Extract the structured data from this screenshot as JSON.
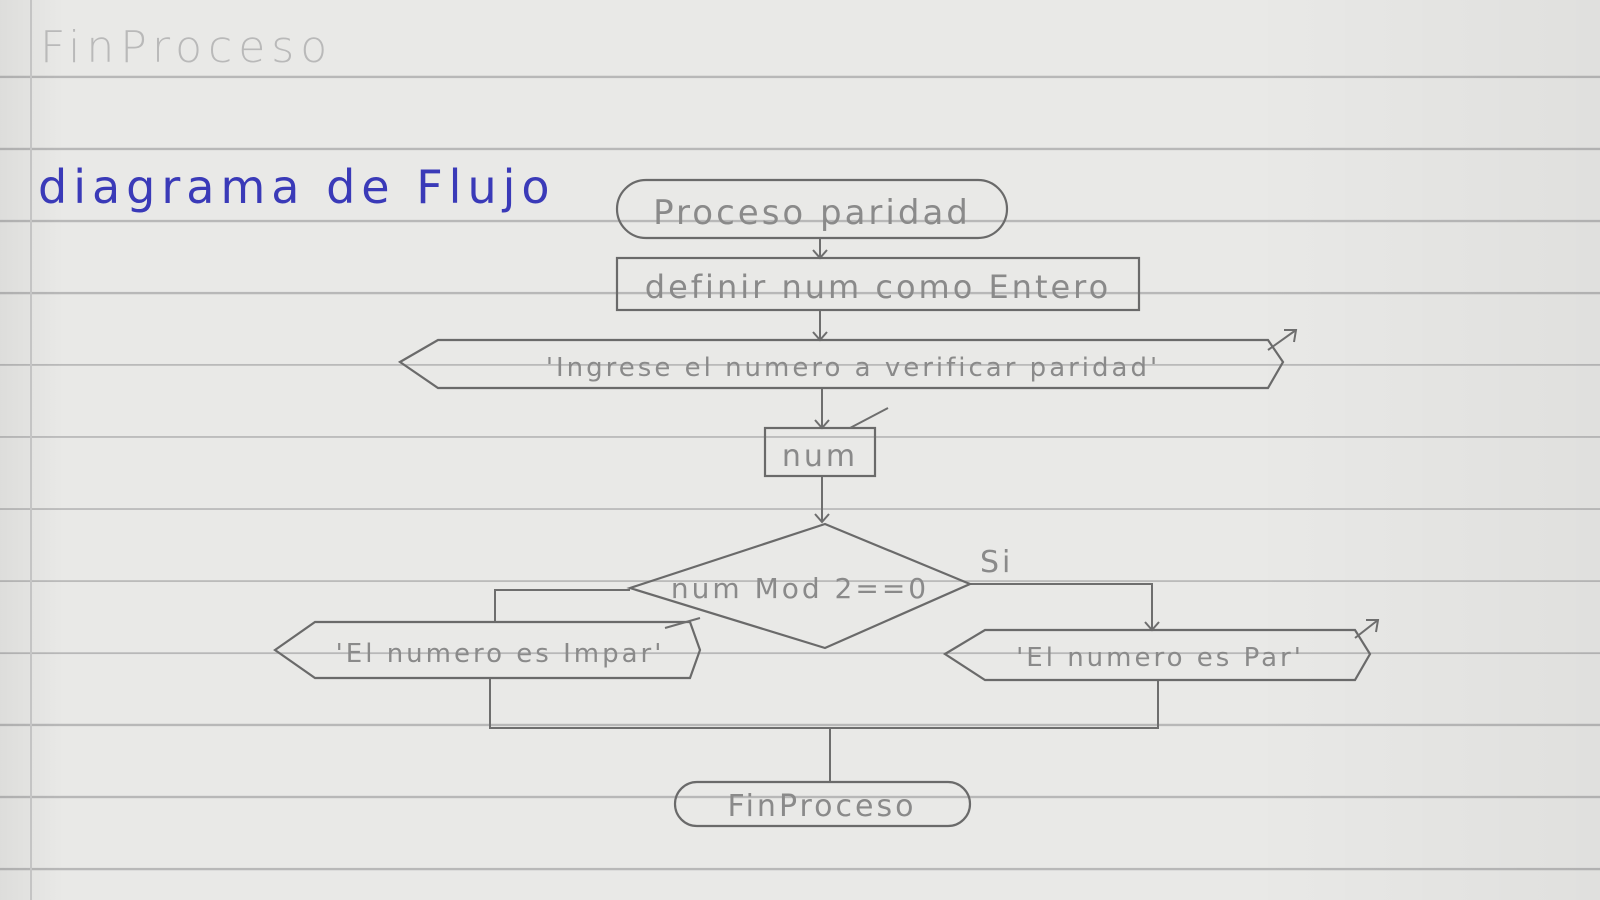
{
  "header": {
    "faded_title": "FinProceso",
    "title": "diagrama de Flujo"
  },
  "flowchart": {
    "start": "Proceso paridad",
    "define": "definir num como Entero",
    "prompt": "'Ingrese el numero a verificar paridad'",
    "input": "num",
    "decision": "num Mod 2==0",
    "yes_label": "Si",
    "output_odd": "'El numero es Impar'",
    "output_even": "'El numero es Par'",
    "end": "FinProceso"
  },
  "colors": {
    "pencil": "#6a6a6a",
    "ink_blue": "#3a3ab8",
    "paper": "#e9e9e7"
  }
}
